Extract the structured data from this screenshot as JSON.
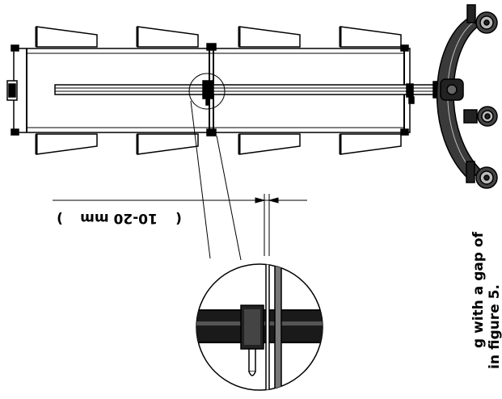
{
  "figure": {
    "dimension_label": "10-20 mm",
    "caption_line1": "g with a gap of",
    "caption_line2": "in figure 5."
  },
  "colors": {
    "line": "#000000",
    "fill_dark": "#1a1a1a",
    "fill_mid": "#555555",
    "background": "#ffffff"
  }
}
